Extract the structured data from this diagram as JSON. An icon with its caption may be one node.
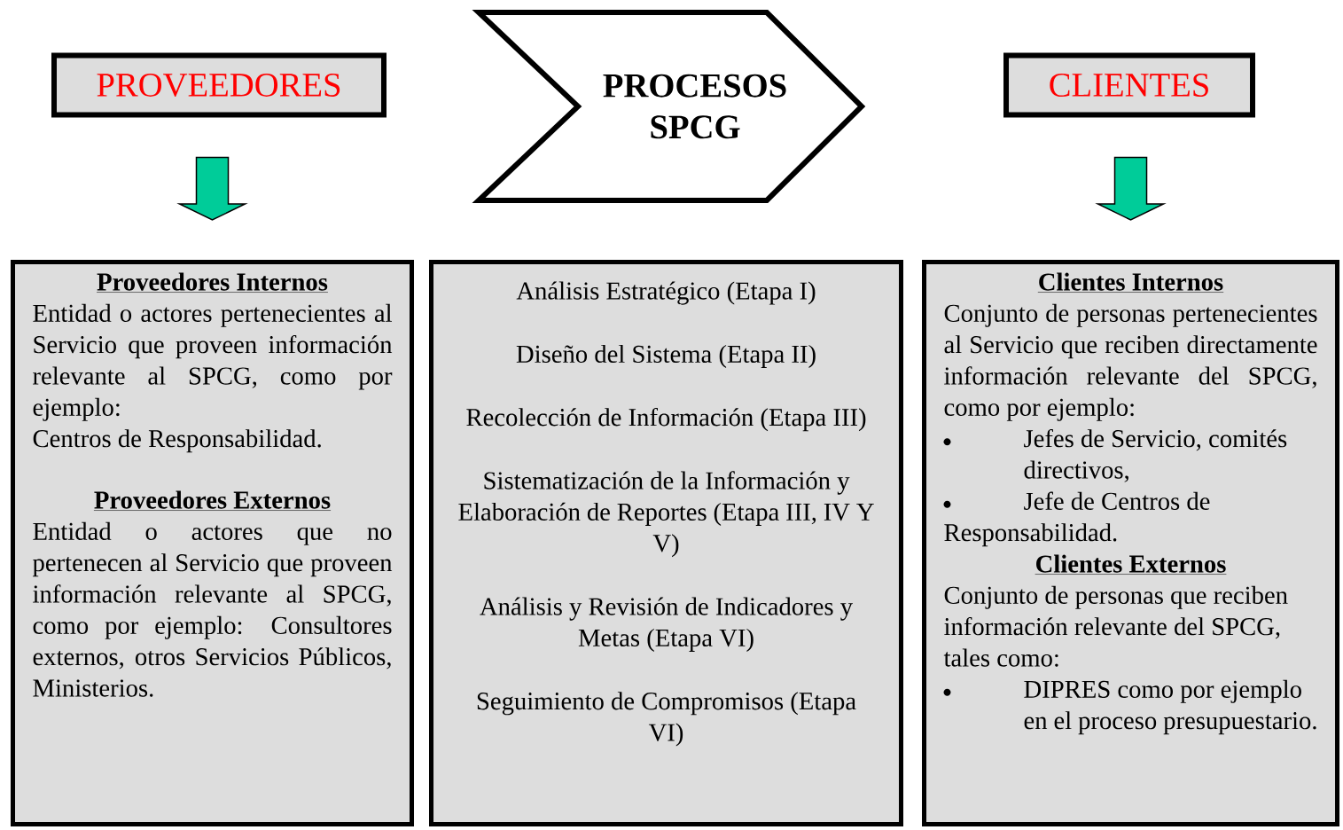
{
  "diagram": {
    "nodes": [
      {
        "text": [
          "PROVEEDORES"
        ]
      },
      {
        "text": [
          "PROCESOS SPCG"
        ]
      },
      {
        "text": [
          "CLIENTES"
        ]
      },
      {
        "text": [
          "Proveedores Internos",
          "Entidad o actores pertenecientes al Servicio que proveen información relevante al SPCG, como por ejemplo:",
          "Centros de Responsabilidad.",
          "Proveedores Externos",
          "Entidad o actores que no pertenecen al Servicio que proveen información relevante al SPCG, como por ejemplo: Consultores externos, otros Servicios Públicos, Ministerios."
        ]
      },
      {
        "text": [
          "Análisis Estratégico (Etapa I)",
          "Diseño del Sistema (Etapa II)",
          "Recolección de Información (Etapa III)",
          "Sistematización de la Información y Elaboración de Reportes (Etapa III, IV Y V)",
          "Análisis y Revisión de Indicadores y Metas (Etapa VI)",
          "Seguimiento de Compromisos (Etapa VI)"
        ]
      },
      {
        "text": [
          "Clientes Internos",
          "Conjunto de personas pertenecientes al Servicio que reciben directamente información relevante del SPCG, como por ejemplo:",
          "Jefes de Servicio, comités directivos,",
          "Jefe de Centros de Responsabilidad.",
          "Clientes Externos",
          "Conjunto de personas que reciben información relevante del SPCG, tales como:",
          "DIPRES como por ejemplo en el proceso presupuestario."
        ]
      }
    ],
    "edges": [
      {
        "from": 0,
        "to": 3,
        "arrow": "to"
      },
      {
        "from": 2,
        "to": 5,
        "arrow": "to"
      }
    ]
  }
}
